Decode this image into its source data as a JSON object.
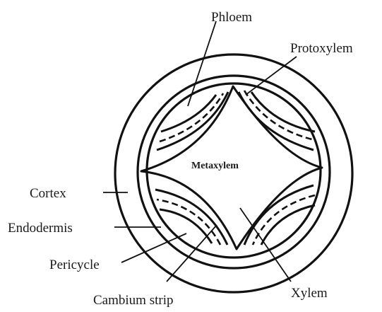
{
  "labels": {
    "phloem": "Phloem",
    "protoxylem": "Protoxylem",
    "metaxylem": "Metaxylem",
    "cortex": "Cortex",
    "endodermis": "Endodermis",
    "pericycle": "Pericycle",
    "cambium_strip": "Cambium strip",
    "xylem": "Xylem"
  },
  "colors": {
    "line": "#111111",
    "background": "#ffffff"
  }
}
